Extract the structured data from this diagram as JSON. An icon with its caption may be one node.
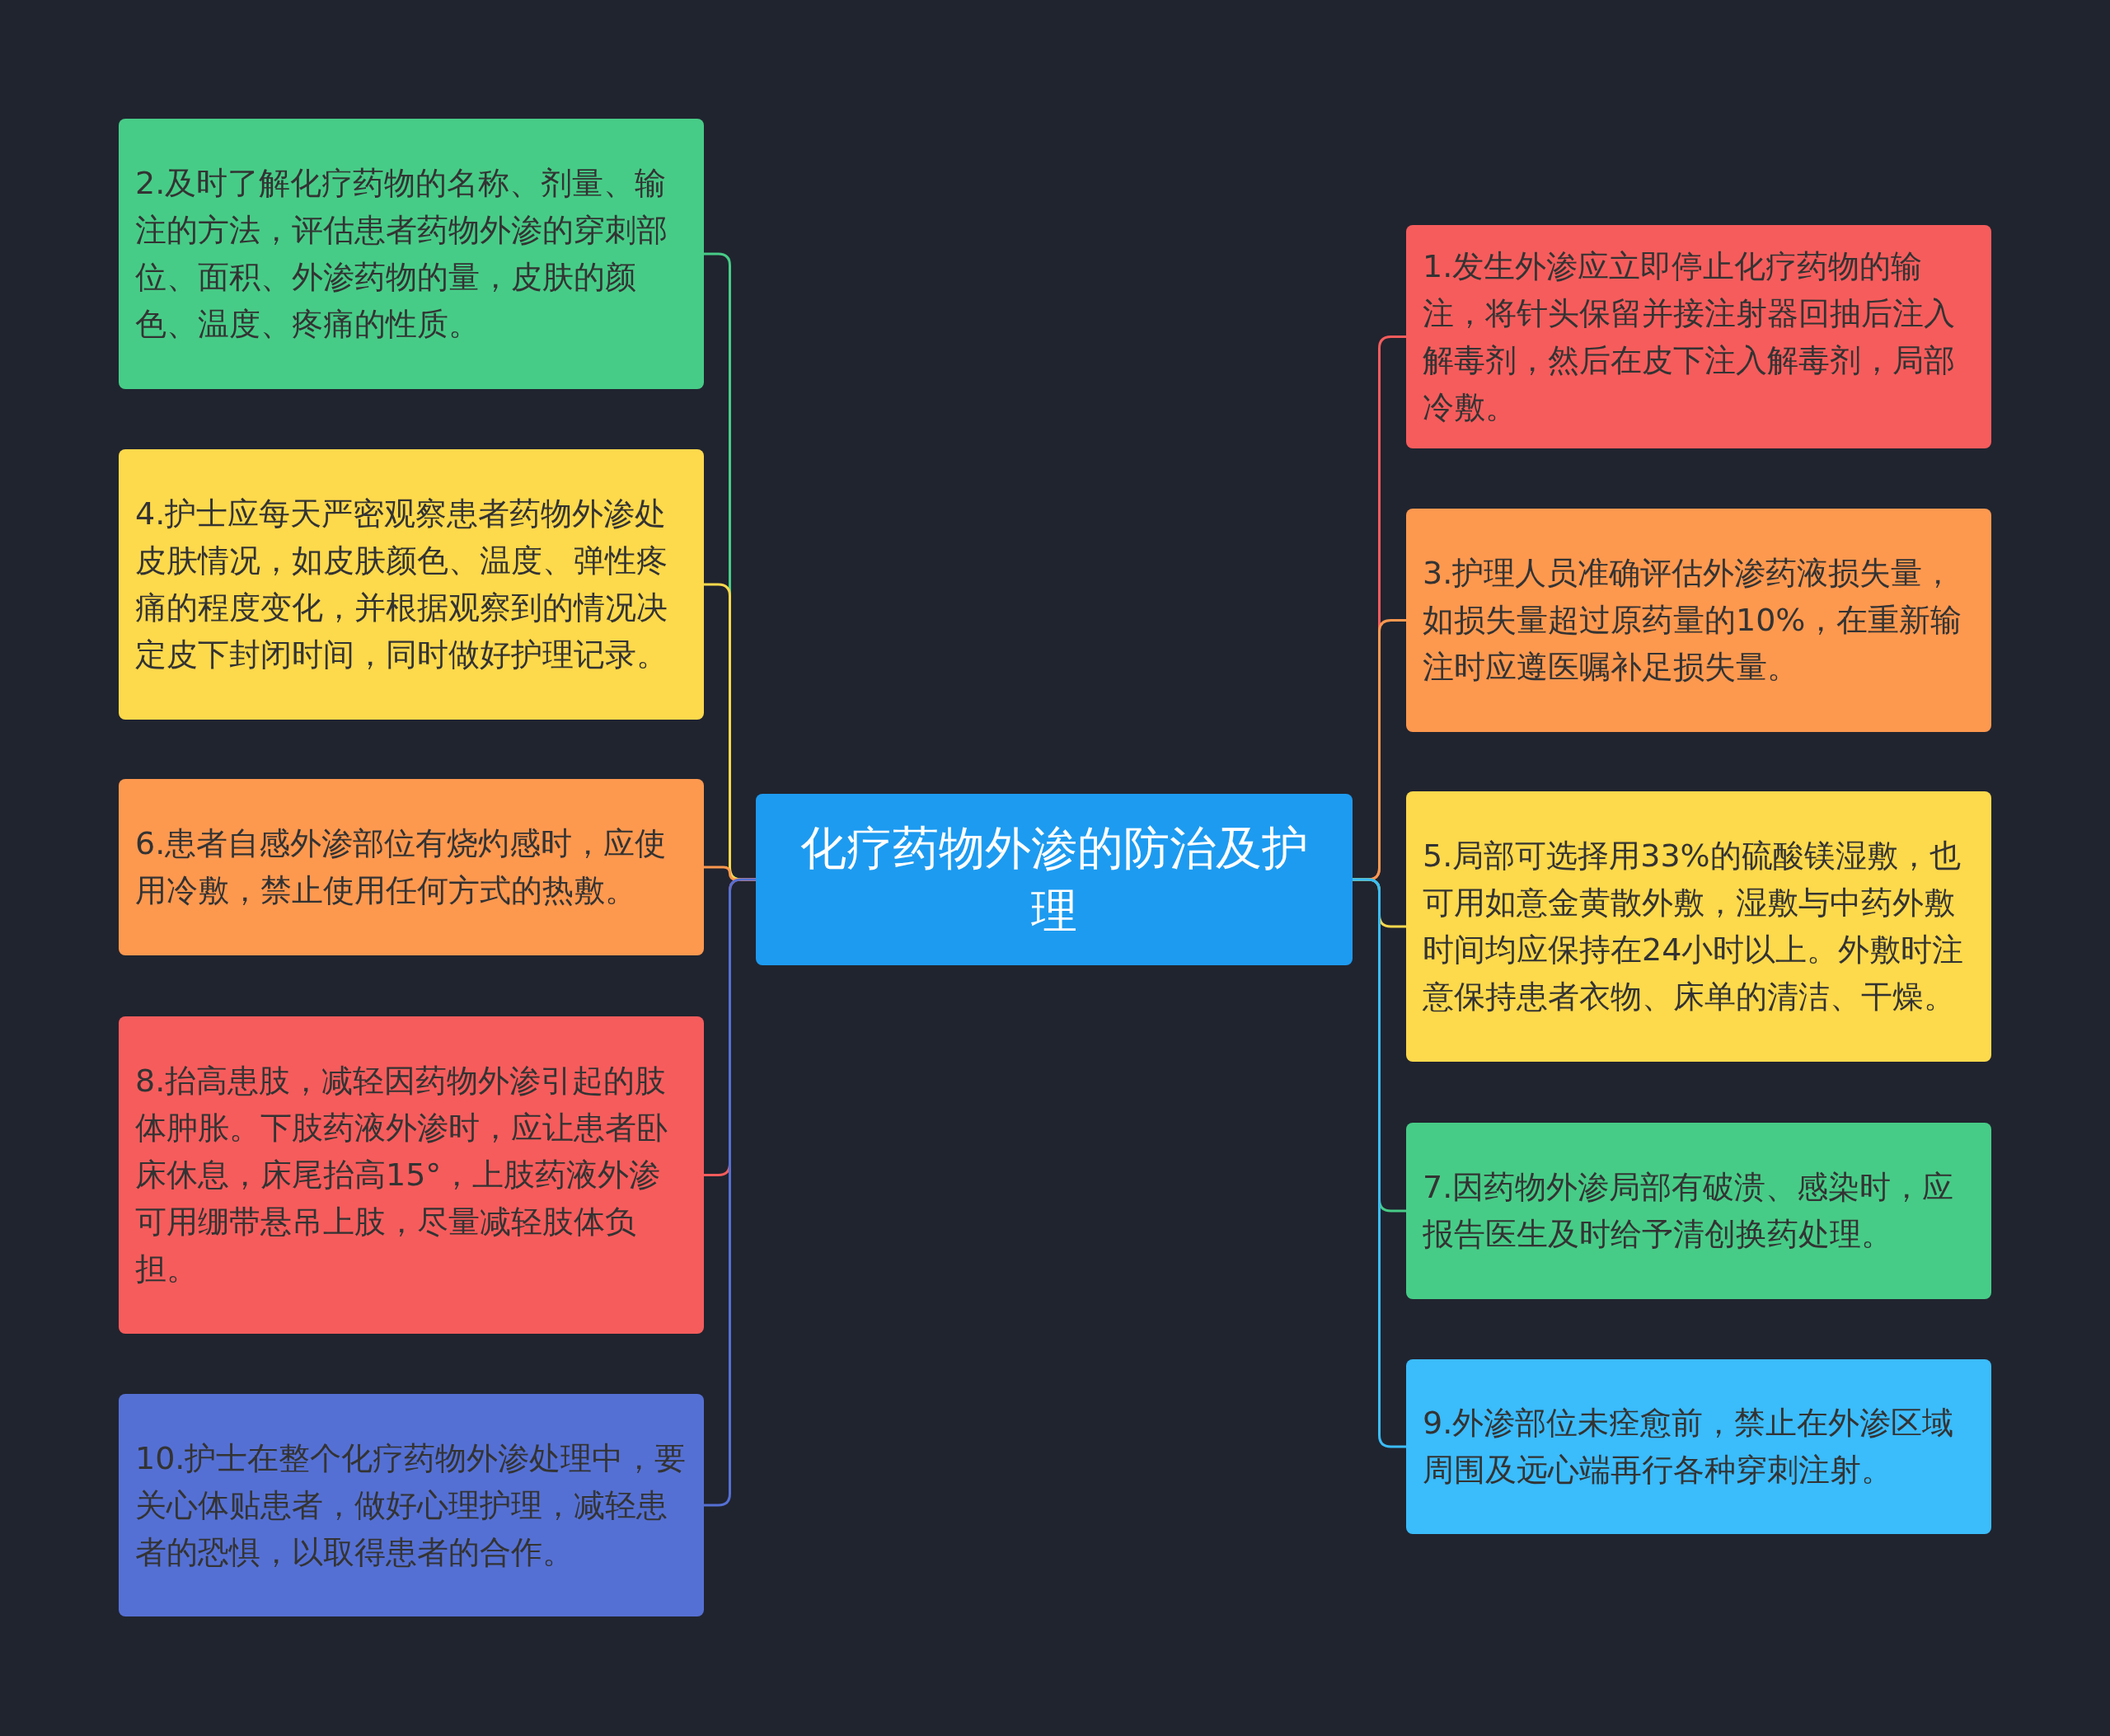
{
  "diagram": {
    "nodes": [
      {
        "text": [
          "化疗药物外渗的防治及护理"
        ]
      },
      {
        "text": [
          "2.及时了解化疗药物的名称、剂量、输注的方法，评估患者药物外渗的穿刺部位、面积、外渗药物的量，皮肤的颜色、温度、疼痛的性质。"
        ]
      },
      {
        "text": [
          "4.护士应每天严密观察患者药物外渗处皮肤情况，如皮肤颜色、温度、弹性疼痛的程度变化，并根据观察到的情况决定皮下封闭时间，同时做好护理记录。"
        ]
      },
      {
        "text": [
          "6.患者自感外渗部位有烧灼感时，应使用冷敷，禁止使用任何方式的热敷。"
        ]
      },
      {
        "text": [
          "8.抬高患肢，减轻因药物外渗引起的肢体肿胀。下肢药液外渗时，应让患者卧床休息，床尾抬高15°，上肢药液外渗可用绷带悬吊上肢，尽量减轻肢体负担。"
        ]
      },
      {
        "text": [
          "10.护士在整个化疗药物外渗处理中，要关心体贴患者，做好心理护理，减轻患者的恐惧，以取得患者的合作。"
        ]
      },
      {
        "text": [
          "1.发生外渗应立即停止化疗药物的输注，将针头保留并接注射器回抽后注入解毒剂，然后在皮下注入解毒剂，局部冷敷。"
        ]
      },
      {
        "text": [
          "3.护理人员准确评估外渗药液损失量，如损失量超过原药量的10%，在重新输注时应遵医嘱补足损失量。"
        ]
      },
      {
        "text": [
          "5.局部可选择用33%的硫酸镁湿敷，也可用如意金黄散外敷，湿敷与中药外敷时间均应保持在24小时以上。外敷时注意保持患者衣物、床单的清洁、干燥。"
        ]
      },
      {
        "text": [
          "7.因药物外渗局部有破溃、感染时，应报告医生及时给予清创换药处理。"
        ]
      },
      {
        "text": [
          "9.外渗部位未痊愈前，禁止在外渗区域周围及远心端再行各种穿刺注射。"
        ]
      }
    ],
    "edges": [
      {
        "from": 0,
        "to": 1,
        "arrow": "none",
        "color": "#47cc87"
      },
      {
        "from": 0,
        "to": 2,
        "arrow": "none",
        "color": "#fdd94c"
      },
      {
        "from": 0,
        "to": 3,
        "arrow": "none",
        "color": "#fd984f"
      },
      {
        "from": 0,
        "to": 4,
        "arrow": "none",
        "color": "#f65c5c"
      },
      {
        "from": 0,
        "to": 5,
        "arrow": "none",
        "color": "#5570d4"
      },
      {
        "from": 0,
        "to": 6,
        "arrow": "none",
        "color": "#f65c5c"
      },
      {
        "from": 0,
        "to": 7,
        "arrow": "none",
        "color": "#fd984f"
      },
      {
        "from": 0,
        "to": 8,
        "arrow": "none",
        "color": "#fdd94c"
      },
      {
        "from": 0,
        "to": 9,
        "arrow": "none",
        "color": "#47cc87"
      },
      {
        "from": 0,
        "to": 10,
        "arrow": "none",
        "color": "#3bbcfb"
      }
    ]
  }
}
